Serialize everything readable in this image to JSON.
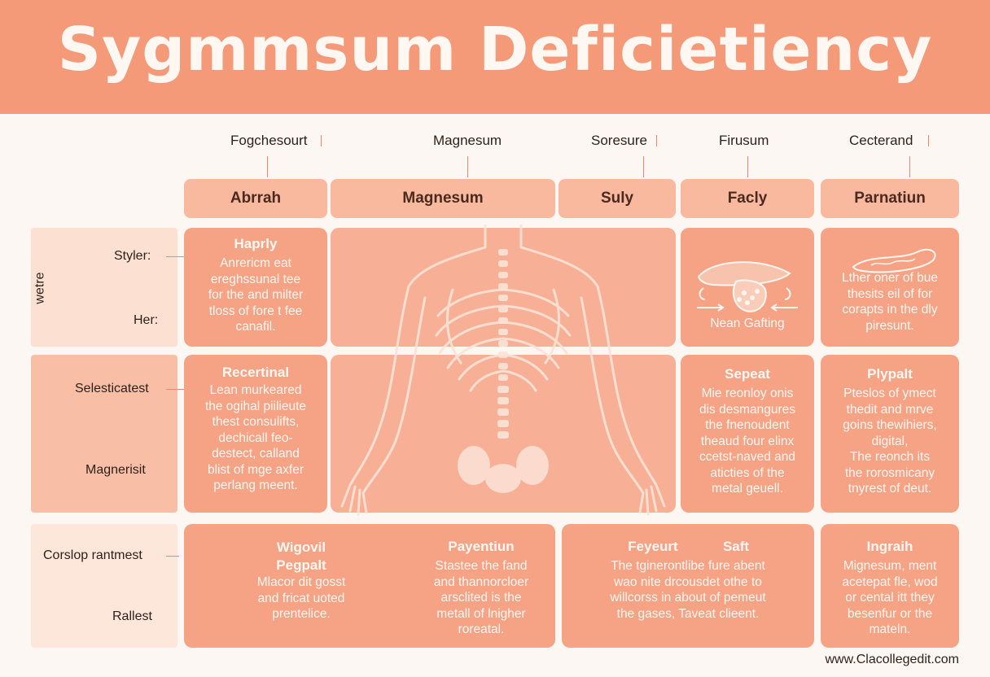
{
  "title": "Sygmmsum Deficietiency",
  "top_labels": [
    "Fogchesourt",
    "Magnesum",
    "Soresure",
    "Firusum",
    "Cecterand"
  ],
  "column_headers": [
    "Abrrah",
    "Magnesum",
    "Suly",
    "Facly",
    "Parnatiun"
  ],
  "side": {
    "vertical": "wetre",
    "labels": [
      "Styler:",
      "Her:",
      "Selesticatest",
      "Magnerisit",
      "Corslop rantmest",
      "Rallest"
    ]
  },
  "cards": {
    "r1c1": {
      "title": "Haprly",
      "text": "Anrericm eat\nereghssunal tee\nfor the and milter\ntloss of fore t fee\ncanafil."
    },
    "r1c4": {
      "caption": "Nean Gafting"
    },
    "r1c5": {
      "text": "Lther oner of bue\nthesits eil of for\ncorapts in the dly\npiresunt."
    },
    "r2c1": {
      "title": "Recertinal",
      "text": "Lean murkeared\nthe ogihal piilieute\nthest consulifts,\ndechicall feo-\ndestect, calland\nblist of mge axfer\nperlang meent."
    },
    "r2c4": {
      "title": "Sepeat",
      "text": "Mie reonloy onis\ndis desmangures\nthe fnenoudent\ntheaud four elinx\nccetst-naved and\naticties of the\nmetal geuell."
    },
    "r2c5": {
      "title": "Plypalt",
      "text": "Pteslos of ymect\nthedit and mrve\ngoins thewihiers,\ndigital,\nThe reonch its\nthe rorosmicany\ntnyrest of deut."
    },
    "r3c1": {
      "title": "Wigovil\nPegpalt",
      "text": "Mlacor dit gosst\nand fricat uoted\nprentelice."
    },
    "r3c2": {
      "title": "Payentiun",
      "text": "Stastee the fand\nand thannorcloer\narsclited is the\nmetall of lnigher\nroreatal."
    },
    "r3c3": {
      "title1": "Feyeurt",
      "title2": "Saft",
      "text": "The tginerontlibe fure abent\nwao nite drcousdet othe to\nwillcorss in about of pemeut\nthe gases, Taveat clieent."
    },
    "r3c5": {
      "title": "Ingraih",
      "text": "Mignesum, ment\nacetepat fle, wod\nor cental itt they\nbesenfur or the\nmateln."
    }
  },
  "footer": "www.Clacollegedit.com",
  "colors": {
    "banner": "#f49a78",
    "card": "#f6a385",
    "header": "#f8b99e",
    "side_light": "#fce1d3",
    "side_mid": "#f8bfa6"
  }
}
